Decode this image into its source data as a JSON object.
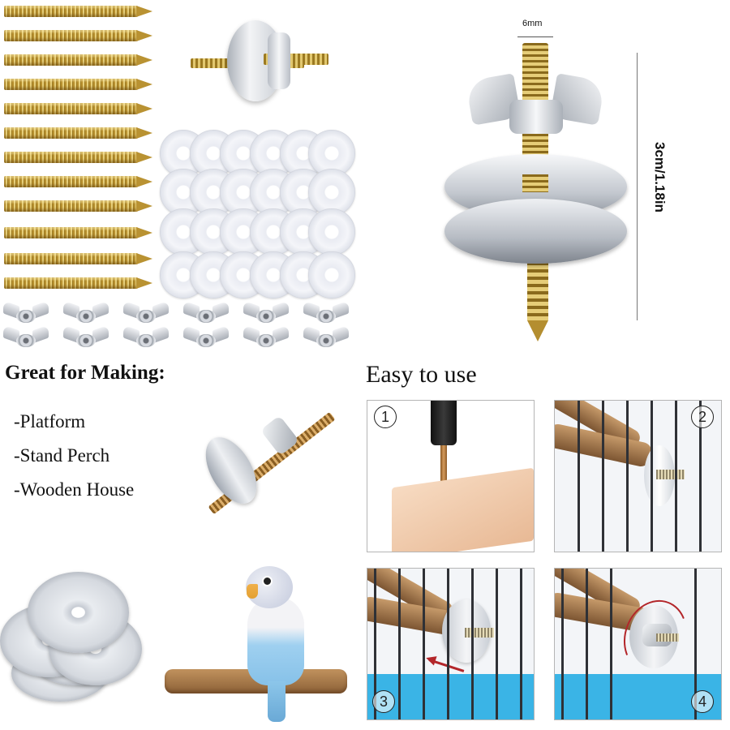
{
  "dimension_label": {
    "thread_width": "6mm",
    "length": "3cm/1.18in"
  },
  "uses": {
    "heading": "Great for Making:",
    "items": [
      "-Platform",
      "-Stand Perch",
      "-Wooden House"
    ]
  },
  "instructions": {
    "heading": "Easy to use",
    "steps": [
      {
        "number": "1",
        "caption_icon": "drill-into-wood"
      },
      {
        "number": "2",
        "caption_icon": "insert-through-cage"
      },
      {
        "number": "3",
        "caption_icon": "add-washer"
      },
      {
        "number": "4",
        "caption_icon": "tighten-wing-nut"
      }
    ]
  },
  "components": {
    "hanger_bolts": 12,
    "plastic_washers": 24,
    "wing_nuts": 12
  },
  "colors": {
    "brass": "#c9a646",
    "steel": "#d5d9df",
    "wood": "#a57a4e",
    "cage_blue": "#38b6e6",
    "arrow_red": "#b3262a",
    "parrot_blue": "#8cc6ea"
  }
}
